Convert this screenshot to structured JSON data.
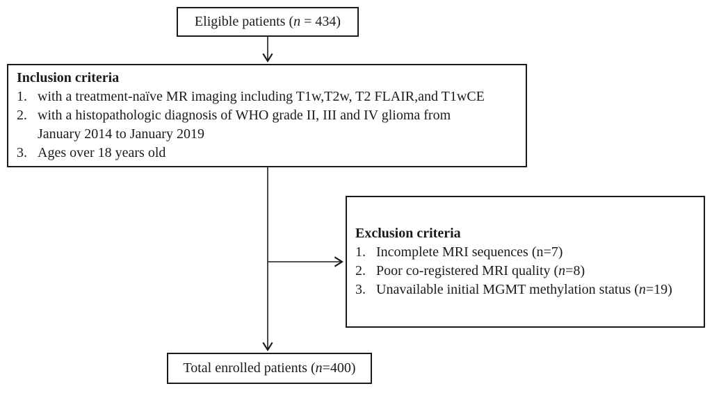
{
  "figure": {
    "type": "patient-selection-flowchart",
    "top_box": {
      "prefix": "Eligible patients (",
      "n": "n",
      "suffix": " = 434)"
    },
    "inclusion_box": {
      "title": "Inclusion criteria",
      "items": [
        {
          "number": "1.",
          "text": "with a treatment-naïve MR imaging including T1w,T2w, T2 FLAIR,and T1wCE"
        },
        {
          "number": "2.",
          "text": "with a histopathologic diagnosis of WHO grade II, III and IV glioma from January 2014 to January 2019"
        },
        {
          "number": "3.",
          "text": "Ages over 18 years old"
        }
      ]
    },
    "exclusion_box": {
      "title": "Exclusion criteria",
      "items": [
        {
          "number": "1.",
          "prefix": "Incomplete MRI sequences (n=7)",
          "n": "",
          "suffix": ""
        },
        {
          "number": "2.",
          "prefix": "Poor co-registered MRI quality (",
          "n": "n",
          "suffix": "=8)"
        },
        {
          "number": "3.",
          "prefix": "Unavailable initial MGMT methylation status (",
          "n": "n",
          "suffix": "=19)"
        }
      ]
    },
    "bottom_box": {
      "prefix": "Total enrolled patients (",
      "n": "n",
      "suffix": "=400)"
    }
  },
  "colors": {
    "line": "#1a1a1a",
    "text": "#1a1a1a",
    "background": "#ffffff"
  }
}
